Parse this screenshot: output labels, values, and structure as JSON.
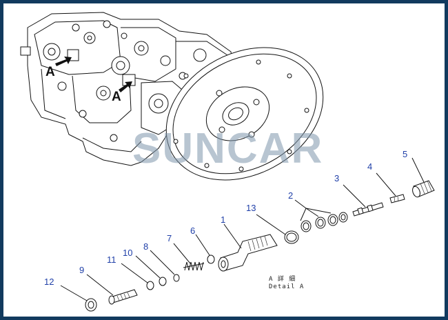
{
  "watermark": "SUNCAR",
  "detail_caption": {
    "line1": "A 詳 細",
    "line2": "Detail A"
  },
  "view_labels": [
    "A",
    "A"
  ],
  "callouts": [
    "1",
    "2",
    "3",
    "4",
    "5",
    "6",
    "7",
    "8",
    "9",
    "10",
    "11",
    "12",
    "13"
  ],
  "colors": {
    "border": "#123a5e",
    "callout_text": "#1f3fa8",
    "watermark": "#7f97ad"
  }
}
